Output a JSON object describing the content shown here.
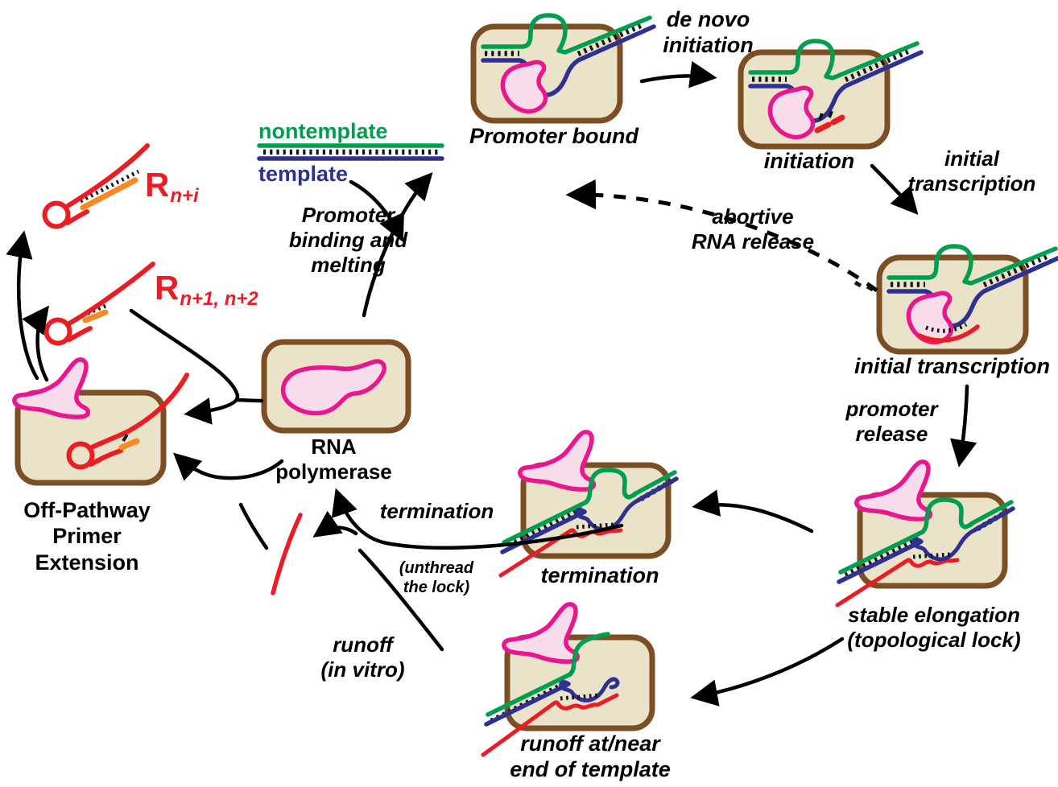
{
  "colors": {
    "dna_nontemplate_green": "#009E4F",
    "dna_template_blue": "#2E3192",
    "rna_red": "#EC1C24",
    "primer_orange": "#F6891F",
    "complex_fill_tan": "#EAE2C9",
    "complex_border_brown": "#7C4E24",
    "polymerase_fill_pink": "#F8DCEC",
    "polymerase_outline_magenta": "#EA168E",
    "arrow_black": "#000000"
  },
  "strand_labels": {
    "nontemplate": "nontemplate",
    "template": "template"
  },
  "states": {
    "promoter_bound": "Promoter bound",
    "initiation": "initiation",
    "initial_transcription": "initial transcription",
    "stable_elongation": "stable elongation\n(topological lock)",
    "termination": "termination",
    "runoff": "runoff at/near\nend of template",
    "off_pathway": "Off-Pathway\nPrimer Extension",
    "rna_polymerase": "RNA polymerase"
  },
  "transitions": {
    "de_novo_initiation": "de novo\ninitiation",
    "initial_transcription": "initial\ntranscription",
    "abortive_rna_release": "abortive\nRNA release",
    "promoter_release": "promoter\nrelease",
    "promoter_binding_melting": "Promoter\nbinding and\nmelting",
    "termination": "termination",
    "unthread_the_lock": "(unthread\nthe lock)",
    "runoff_in_vitro": "runoff\n(in vitro)"
  },
  "rna_products": {
    "r_extended": {
      "base": "R",
      "sub": "n+i"
    },
    "r_short": {
      "base": "R",
      "sub": "n+1, n+2"
    }
  }
}
